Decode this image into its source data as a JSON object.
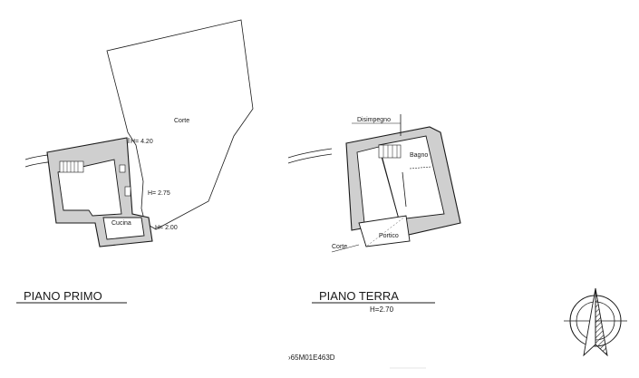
{
  "plans": {
    "primo": {
      "title": "PIANO PRIMO",
      "labels": {
        "corte": "Corte",
        "h1": "H= 4.20",
        "h2": "H= 2.75",
        "cucina": "Cucina",
        "h3": "H= 2.00"
      }
    },
    "terra": {
      "title": "PIANO TERRA",
      "height": "H=2.70",
      "labels": {
        "disimpegno": "Disimpegno",
        "bagno": "Bagno",
        "portico": "Portico",
        "corte": "Corte"
      }
    }
  },
  "footer": {
    "code": "›65M01E463D"
  },
  "north_arrow": {
    "icon": "north-arrow-icon"
  }
}
